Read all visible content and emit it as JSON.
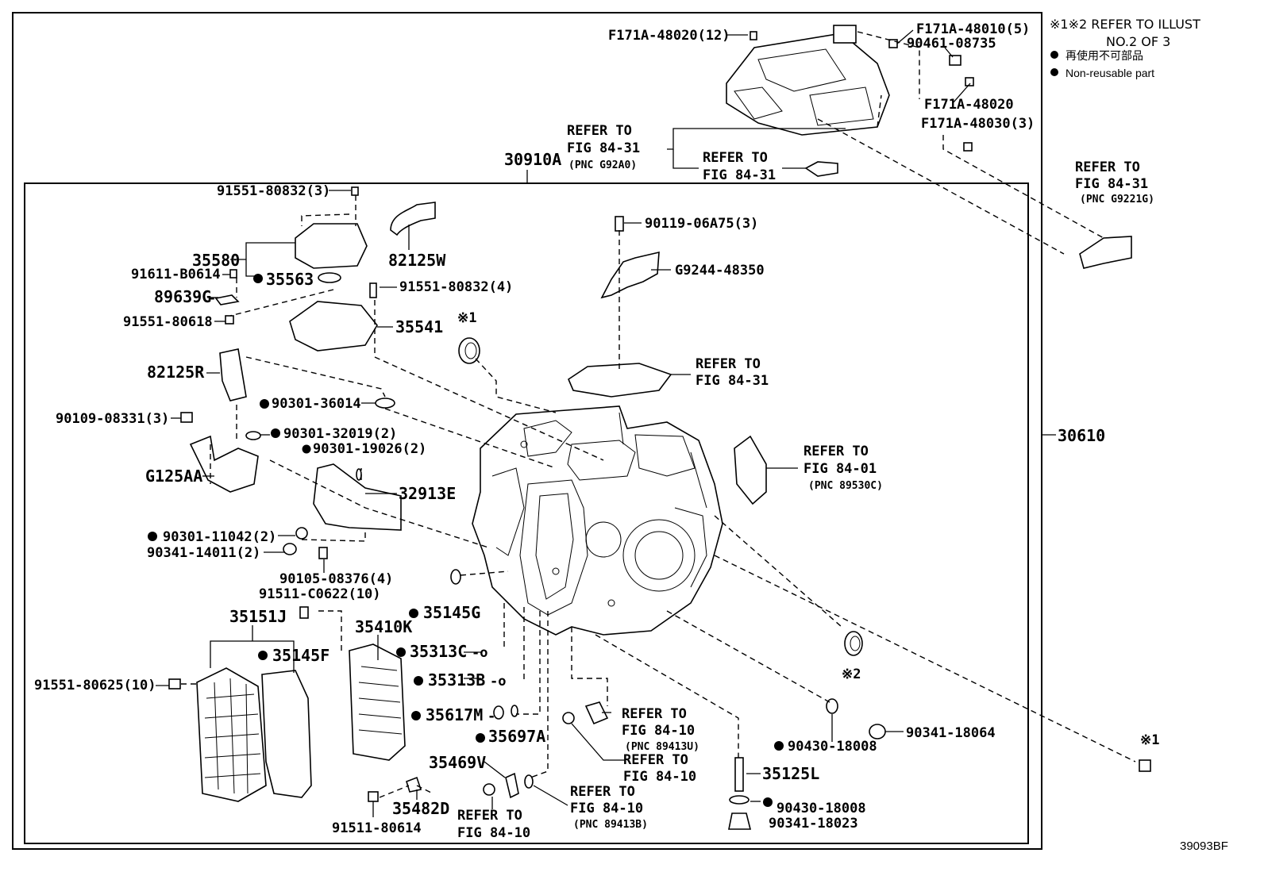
{
  "header": {
    "refer_line1": "※1※2 REFER TO ILLUST",
    "refer_line2": "NO.2 OF 3",
    "legend_jp": "再使用不可部品",
    "legend_en": "Non-reusable part"
  },
  "footer": {
    "code": "39093BF"
  },
  "labels": {
    "p_F171A_48020_12": "F171A-48020(12)",
    "p_F171A_48010_5": "F171A-48010(5)",
    "p_90461_08735": "90461-08735",
    "p_F171A_48020": "F171A-48020",
    "p_F171A_48030_3": "F171A-48030(3)",
    "ref_84_31_a_1": "REFER TO",
    "ref_84_31_a_2": "FIG 84-31",
    "ref_84_31_a_3": "(PNC G92A0)",
    "ref_84_31_b_1": "REFER TO",
    "ref_84_31_b_2": "FIG 84-31",
    "p_30910A": "30910A",
    "ref_84_31_c_1": "REFER TO",
    "ref_84_31_c_2": "FIG 84-31",
    "ref_84_31_c_3": "(PNC G9221G)",
    "p_91551_80832_3": "91551-80832(3)",
    "p_35580": "35580",
    "p_91611_B0614": "91611-B0614",
    "p_35563": "35563",
    "p_82125W": "82125W",
    "p_91551_80832_4": "91551-80832(4)",
    "p_89639G": "89639G",
    "p_91551_80618": "91551-80618",
    "p_35541": "35541",
    "mark_1_top": "※1",
    "p_90119_06A75_3": "90119-06A75(3)",
    "p_G9244_48350": "G9244-48350",
    "ref_84_31_d_1": "REFER TO",
    "ref_84_31_d_2": "FIG 84-31",
    "p_82125R": "82125R",
    "p_90301_36014": "90301-36014",
    "p_90109_08331_3": "90109-08331(3)",
    "p_90301_32019_2": "90301-32019(2)",
    "p_90301_19026_2": "90301-19026(2)",
    "ref_84_01_1": "REFER TO",
    "ref_84_01_2": "FIG 84-01",
    "ref_84_01_3": "(PNC 89530C)",
    "p_30610": "30610",
    "p_G125AA": "G125AA",
    "p_32913E": "32913E",
    "p_90301_11042_2": "90301-11042(2)",
    "p_90341_14011_2": "90341-14011(2)",
    "p_90105_08376_4": "90105-08376(4)",
    "p_91511_C0622_10": "91511-C0622(10)",
    "p_35151J": "35151J",
    "p_35145G": "35145G",
    "p_35410K": "35410K",
    "p_35145F": "35145F",
    "p_35313C": "35313C",
    "p_91551_80625_10": "91551-80625(10)",
    "p_35313B": "35313B",
    "p_35617M": "35617M",
    "p_35697A": "35697A",
    "mark_2": "※2",
    "ref_84_10_a_1": "REFER TO",
    "ref_84_10_a_2": "FIG 84-10",
    "ref_84_10_a_3": "(PNC 89413U)",
    "ref_84_10_b_1": "REFER TO",
    "ref_84_10_b_2": "FIG 84-10",
    "p_90341_18064": "90341-18064",
    "p_90430_18008_a": "90430-18008",
    "mark_1_right": "※1",
    "p_35469V": "35469V",
    "p_35125L": "35125L",
    "ref_84_10_c_1": "REFER TO",
    "ref_84_10_c_2": "FIG 84-10",
    "ref_84_10_c_3": "(PNC 89413B)",
    "p_35482D": "35482D",
    "ref_84_10_d_1": "REFER TO",
    "ref_84_10_d_2": "FIG 84-10",
    "p_90430_18008_b": "90430-18008",
    "p_91511_80614": "91511-80614",
    "p_90341_18023": "90341-18023"
  }
}
